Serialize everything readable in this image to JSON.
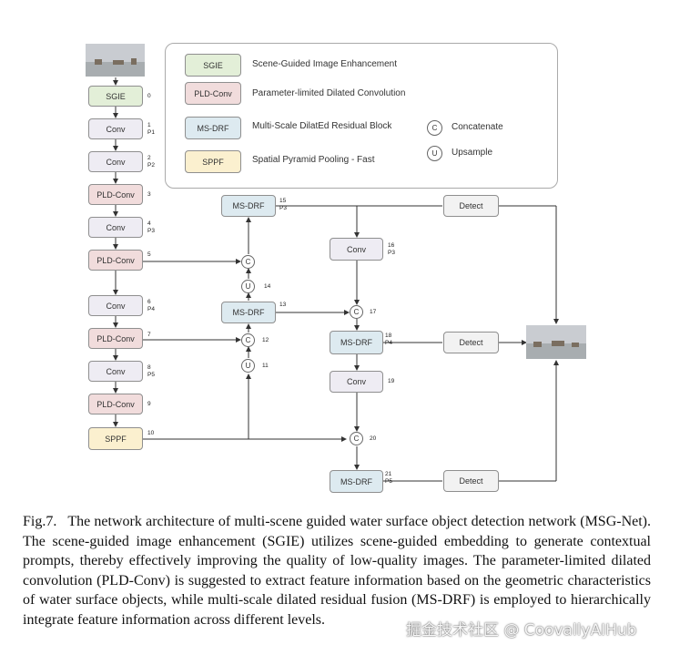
{
  "legend": {
    "items": [
      {
        "abbr": "SGIE",
        "desc": "Scene-Guided Image Enhancement"
      },
      {
        "abbr": "PLD-Conv",
        "desc": "Parameter-limited Dilated Convolution"
      },
      {
        "abbr": "MS-DRF",
        "desc": "Multi-Scale DilatEd Residual Block"
      },
      {
        "abbr": "SPPF",
        "desc": "Spatial Pyramid Pooling - Fast"
      }
    ],
    "symbols": [
      {
        "glyph": "C",
        "desc": "Concatenate"
      },
      {
        "glyph": "U",
        "desc": "Upsample"
      }
    ]
  },
  "nodes": {
    "sgie": "SGIE",
    "conv": "Conv",
    "pld": "PLD-Conv",
    "sppf": "SPPF",
    "msdrf": "MS-DRF",
    "detect": "Detect",
    "concat": "C",
    "upsample": "U"
  },
  "indices": {
    "n0": "0",
    "n1": "1",
    "p1": "P1",
    "n2": "2",
    "p2": "P2",
    "n3": "3",
    "n4": "4",
    "p3": "P3",
    "n5": "5",
    "n6": "6",
    "p4": "P4",
    "n7": "7",
    "n8": "8",
    "p5": "P5",
    "n9": "9",
    "n10": "10",
    "n11": "11",
    "n12": "12",
    "n13": "13",
    "n14": "14",
    "n15": "15",
    "n16": "16",
    "n17": "17",
    "n18": "18",
    "n19": "19",
    "n20": "20",
    "n21": "21"
  },
  "caption": {
    "label": "Fig.7.",
    "text": "The network architecture of multi-scene guided water surface object detection network (MSG-Net). The scene-guided image enhancement (SGIE) utilizes scene-guided embedding to generate contextual prompts, thereby effectively improving the quality of low-quality images. The parameter-limited dilated convolution (PLD-Conv) is suggested to extract feature information based on the geometric characteristics of water surface objects, while multi-scale dilated residual fusion (MS-DRF) is employed to hierarchically integrate feature information across different levels."
  },
  "watermark": "掘金技术社区 @ CoovallyAIHub",
  "colors": {
    "sgie": "#e3efd8",
    "pld": "#f1dcdc",
    "msdrf": "#ddeaf0",
    "sppf": "#fbf0cf",
    "conv": "#eeecf3",
    "detect": "#f2f2f2"
  }
}
